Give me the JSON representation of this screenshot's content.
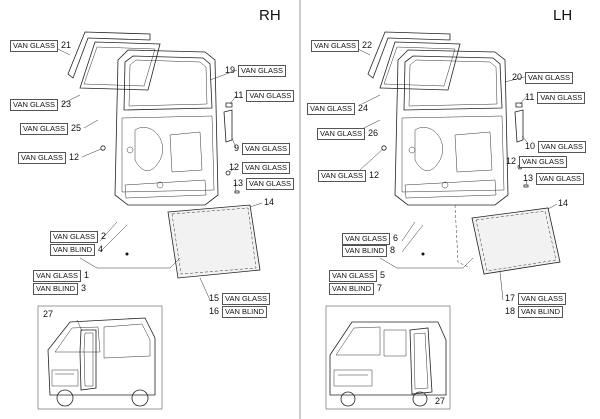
{
  "rh": {
    "title": "RH",
    "labels": [
      {
        "text": "VAN GLASS",
        "num": "21"
      },
      {
        "text": "VAN GLASS",
        "num": "23"
      },
      {
        "text": "VAN GLASS",
        "num": "25"
      },
      {
        "text": "VAN GLASS",
        "num": "12"
      },
      {
        "text": "VAN GLASS",
        "num": "19"
      },
      {
        "text": "VAN GLASS",
        "num": "11"
      },
      {
        "text": "VAN GLASS",
        "num": "9"
      },
      {
        "text": "VAN GLASS",
        "num": "12"
      },
      {
        "text": "VAN GLASS",
        "num": "13"
      },
      {
        "text": "",
        "num": "14"
      },
      {
        "text": "VAN GLASS",
        "num": "2"
      },
      {
        "text": "VAN BLIND",
        "num": "4"
      },
      {
        "text": "VAN GLASS",
        "num": "1"
      },
      {
        "text": "VAN BLIND",
        "num": "3"
      },
      {
        "text": "VAN GLASS",
        "num": "15"
      },
      {
        "text": "VAN BLIND",
        "num": "16"
      },
      {
        "text": "",
        "num": "27"
      }
    ]
  },
  "lh": {
    "title": "LH",
    "labels": [
      {
        "text": "VAN GLASS",
        "num": "22"
      },
      {
        "text": "VAN GLASS",
        "num": "24"
      },
      {
        "text": "VAN GLASS",
        "num": "26"
      },
      {
        "text": "VAN GLASS",
        "num": "12"
      },
      {
        "text": "VAN GLASS",
        "num": "20"
      },
      {
        "text": "VAN GLASS",
        "num": "11"
      },
      {
        "text": "VAN GLASS",
        "num": "10"
      },
      {
        "text": "VAN GLASS",
        "num": "12"
      },
      {
        "text": "VAN GLASS",
        "num": "13"
      },
      {
        "text": "",
        "num": "14"
      },
      {
        "text": "VAN GLASS",
        "num": "6"
      },
      {
        "text": "VAN BLIND",
        "num": "8"
      },
      {
        "text": "VAN GLASS",
        "num": "5"
      },
      {
        "text": "VAN BLIND",
        "num": "7"
      },
      {
        "text": "VAN GLASS",
        "num": "17"
      },
      {
        "text": "VAN BLIND",
        "num": "18"
      },
      {
        "text": "",
        "num": "27"
      }
    ]
  }
}
